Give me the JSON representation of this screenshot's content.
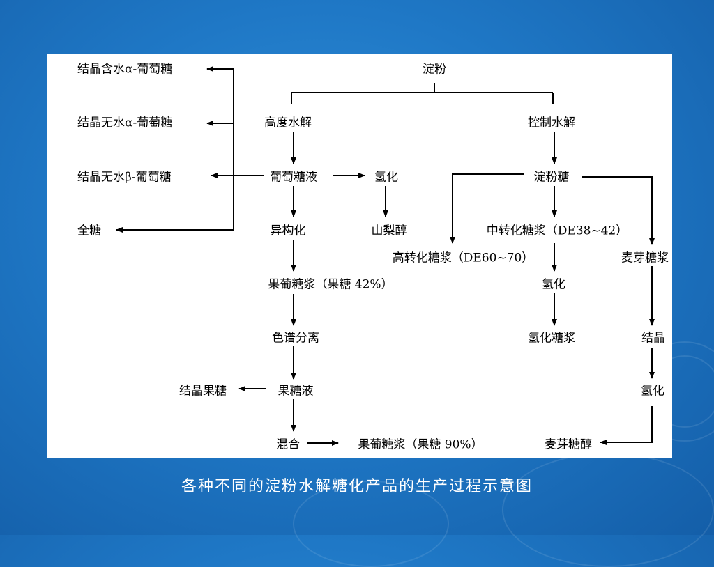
{
  "slide": {
    "caption": "各种不同的淀粉水解糖化产品的生产过程示意图"
  },
  "diagram": {
    "nodes": {
      "starch": "淀粉",
      "high_hydrolysis": "高度水解",
      "controlled_hydrolysis": "控制水解",
      "glucose_liquor": "葡萄糖液",
      "hydrogenation_1": "氢化",
      "sorbitol": "山梨醇",
      "isomerization": "异构化",
      "hfcs_42": "果葡糖浆（果糖 42%）",
      "chromatographic_separation": "色谱分离",
      "fructose_liquor": "果糖液",
      "crystalline_fructose": "结晶果糖",
      "mixing": "混合",
      "hfcs_90": "果葡糖浆（果糖 90%）",
      "alpha_glucose_hydrate": "结晶含水α-葡萄糖",
      "alpha_glucose_anhydrous": "结晶无水α-葡萄糖",
      "beta_glucose_anhydrous": "结晶无水β-葡萄糖",
      "whole_sugar": "全糖",
      "starch_syrup": "淀粉糖",
      "medium_conversion_syrup": "中转化糖浆（DE38~42）",
      "high_conversion_syrup": "高转化糖浆（DE60~70）",
      "maltose_syrup": "麦芽糖浆",
      "hydrogenation_2": "氢化",
      "hydrogenated_syrup": "氢化糖浆",
      "crystallization": "结晶",
      "hydrogenation_3": "氢化",
      "maltitol": "麦芽糖醇"
    }
  }
}
